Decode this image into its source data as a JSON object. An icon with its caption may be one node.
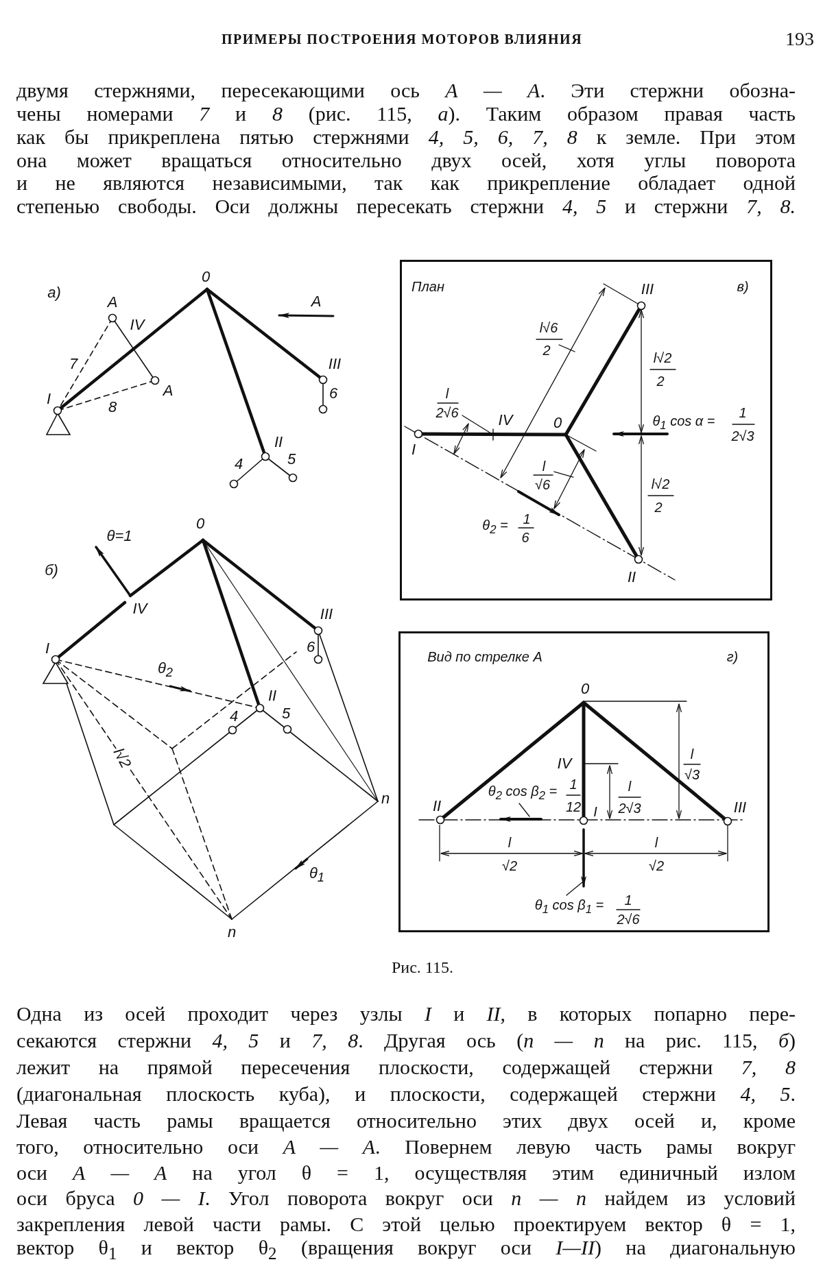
{
  "diagram": {
    "caption": "Рис. 115.",
    "nodes": [
      {
        "text": [
          "План",
          "в)",
          "III",
          "l√6",
          "2",
          "l√2",
          "2",
          "l",
          "2√6",
          "IV",
          "0",
          "θ$_{1}$ cos α =",
          "1",
          "2√3",
          "I",
          "l",
          "√6",
          "l√2",
          "2",
          "θ$_{2}$ =",
          "1",
          "6",
          "II"
        ]
      },
      {
        "text": [
          "Вид по стрелке А",
          "г)",
          "0",
          "IV",
          "l",
          "√3",
          "θ$_{2}$ cos β$_{2}$ =",
          "1",
          "12",
          "l",
          "2√3",
          "II",
          "I",
          "III",
          "l",
          "√2",
          "l",
          "√2",
          "θ$_{1}$ cos β$_{1}$ =",
          "1",
          "2√6"
        ]
      }
    ],
    "labels": [
      "ПРИМЕРЫ ПОСТРОЕНИЯ МОТОРОВ ВЛИЯНИЯ",
      "193",
      "двумя стержнями, пересекающими ось *А — А*. Эти стержни обозна-",
      "чены номерами *7* и *8* (рис. 115, *а*). Таким образом правая часть",
      "как бы прикреплена пятью стержнями *4, 5, 6, 7, 8* к земле. При этом",
      "она может вращаться относительно двух осей, хотя углы поворота",
      "и не являются независимыми, так как прикрепление обладает одной",
      "степенью свободы. Оси должны пересекать стержни *4, 5* и стержни *7, 8.*",
      "а)",
      "0",
      "А",
      "IV",
      "А",
      "7",
      "III",
      "А",
      "I",
      "8",
      "6",
      "II",
      "4",
      "5",
      "θ=1",
      "0",
      "б)",
      "IV",
      "III",
      "I",
      "6",
      "θ$_{2}$",
      "II",
      "4",
      "5",
      "l√2",
      "n",
      "θ$_{1}$",
      "n",
      "Одна из осей проходит через узлы *I* и *II*, в которых попарно пере-",
      "секаются стержни *4, 5* и *7, 8*. Другая ось (*n — n* на рис. 115, *б*)",
      "лежит на прямой пересечения плоскости, содержащей стержни *7, 8*",
      "(диагональная плоскость куба), и плоскости, содержащей стержни *4, 5*.",
      "Левая часть рамы вращается относительно этих двух осей и, кроме",
      "того, относительно оси *А — А*. Повернем левую часть рамы вокруг",
      "оси *А — А* на угол θ = 1, осуществляя этим единичный излом",
      "оси бруса *0 — I*. Угол поворота вокруг оси *n — n* найдем из условий",
      "закрепления левой части рамы. С этой целью проектируем вектор θ = 1,",
      "вектор θ$_{1}$ и вектор θ$_{2}$ (вращения вокруг оси *I—II*) на диагональную"
    ]
  }
}
